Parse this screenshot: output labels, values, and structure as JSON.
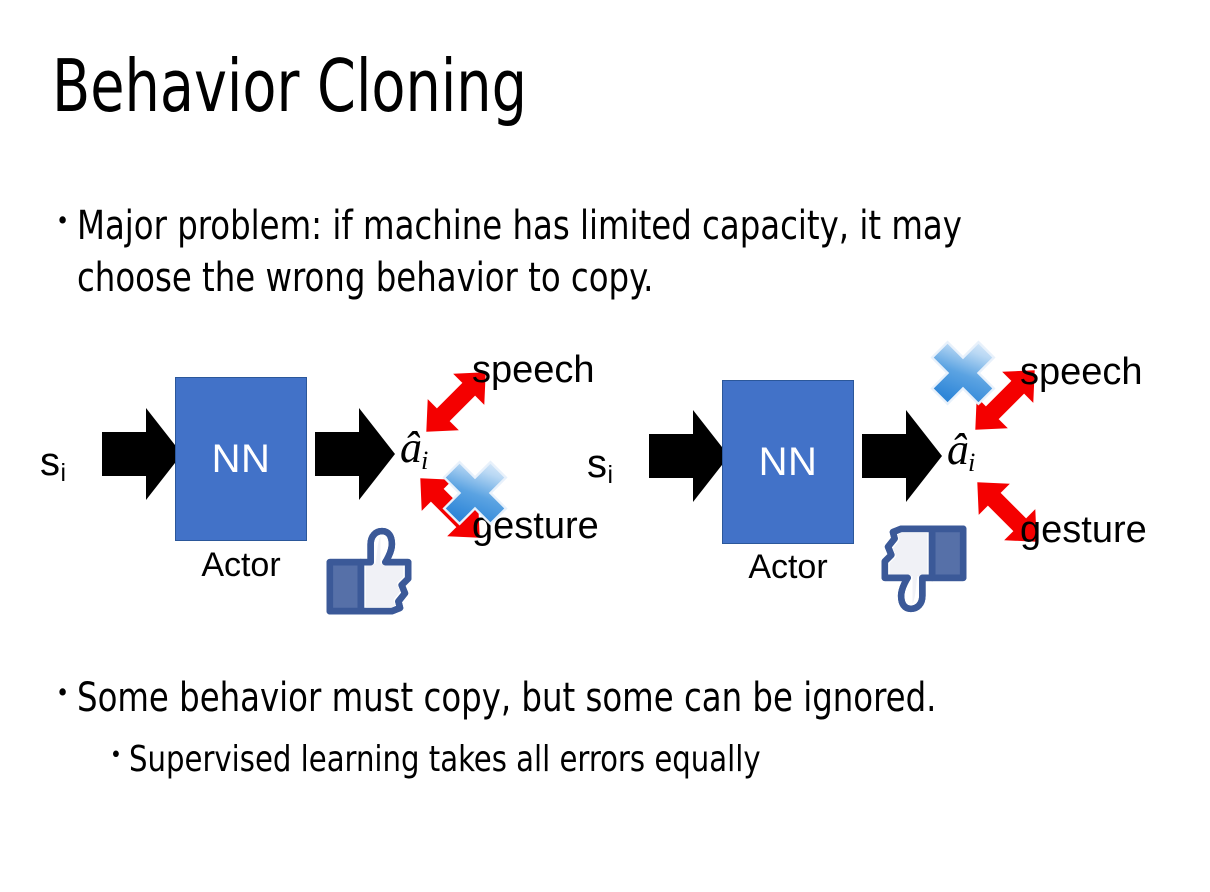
{
  "slide": {
    "title": "Behavior Cloning",
    "background_color": "#FFFFFF"
  },
  "bullets": {
    "top": {
      "marker": "•",
      "text": "Major problem: if machine has limited capacity, it may choose the wrong behavior to copy."
    },
    "bottom_level1": {
      "marker": "•",
      "text": "Some behavior must copy, but some can be ignored."
    },
    "bottom_level2": {
      "marker": "•",
      "text": "Supervised learning takes all errors equally"
    }
  },
  "diagrams": [
    {
      "id": "left",
      "state_label": "s",
      "state_subscript": "i",
      "network_label": "NN",
      "network_caption": "Actor",
      "output_symbol": "â",
      "output_subscript": "i",
      "branches": [
        {
          "name": "speech",
          "label": "speech",
          "crossed_out": false
        },
        {
          "name": "gesture",
          "label": "gesture",
          "crossed_out": true
        }
      ],
      "feedback_icon": "thumbs-up-icon",
      "feedback_sentiment": "positive"
    },
    {
      "id": "right",
      "state_label": "s",
      "state_subscript": "i",
      "network_label": "NN",
      "network_caption": "Actor",
      "output_symbol": "â",
      "output_subscript": "i",
      "branches": [
        {
          "name": "speech",
          "label": "speech",
          "crossed_out": true
        },
        {
          "name": "gesture",
          "label": "gesture",
          "crossed_out": false
        }
      ],
      "feedback_icon": "thumbs-down-icon",
      "feedback_sentiment": "negative"
    }
  ],
  "colors": {
    "network_box_fill": "#4272C8",
    "network_box_border": "#2B579A",
    "network_label_text": "#FFFFFF",
    "arrow_black": "#000000",
    "arrow_red": "#F40000",
    "cross_blue_light": "#CFE3F7",
    "cross_blue_dark": "#2E86D8",
    "thumb_blue": "#3B5998",
    "text_black": "#000000"
  }
}
